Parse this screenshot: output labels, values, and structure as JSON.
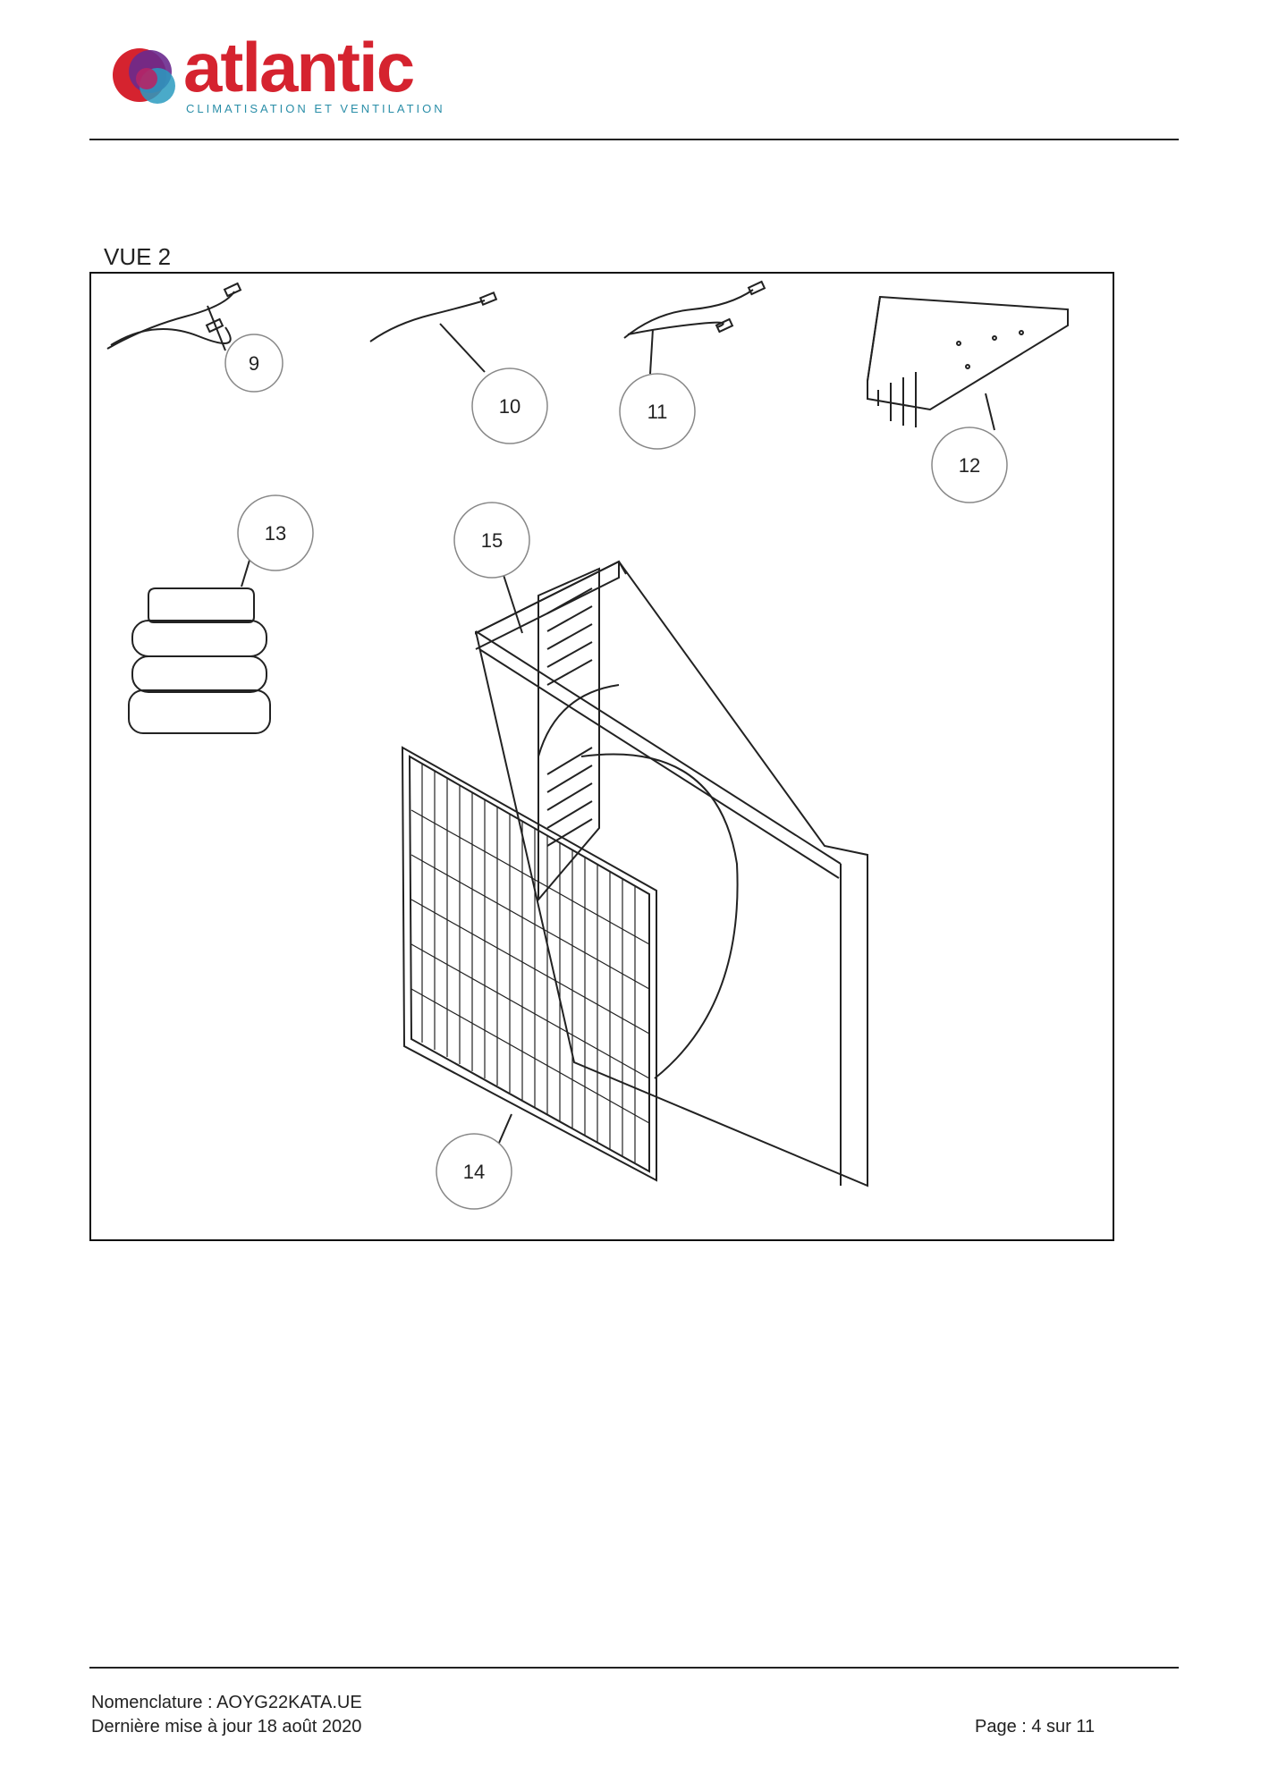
{
  "header": {
    "brand": "atlantic",
    "tagline": "CLIMATISATION ET VENTILATION",
    "brand_color": "#d5232f",
    "tagline_color": "#2a8ea8"
  },
  "view": {
    "title": "VUE 2"
  },
  "callouts": [
    "9",
    "10",
    "11",
    "12",
    "13",
    "14",
    "15"
  ],
  "footer": {
    "nomenclature": "Nomenclature : AOYG22KATA.UE",
    "updated": "Dernière mise à jour 18 août 2020",
    "page": "Page : 4 sur 11"
  }
}
